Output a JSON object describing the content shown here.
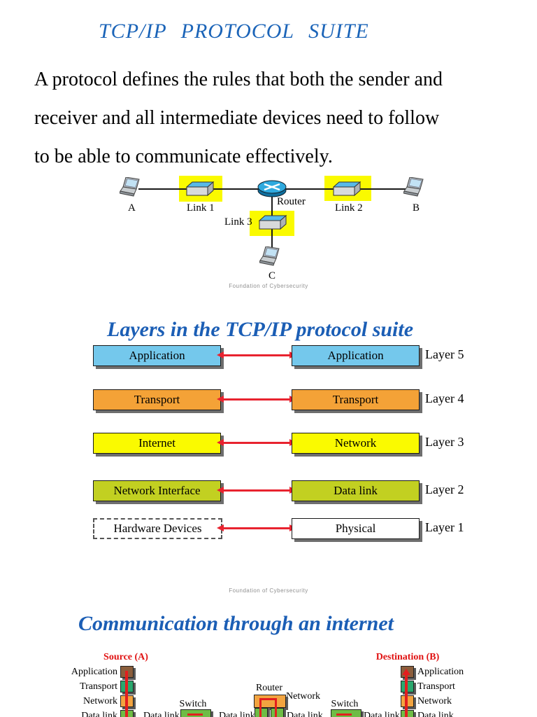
{
  "colors": {
    "title_blue": "#1b64b8",
    "heading_blue": "#1b5eb5",
    "arrow_red": "#e8232f",
    "highlight_yellow": "#fafa00",
    "caption_gray": "#8f8f8f"
  },
  "header": {
    "title": "TCP/IP PROTOCOL SUITE"
  },
  "intro": {
    "line1": "A protocol defines the rules that both the sender and",
    "line2": "receiver and all intermediate devices need to follow",
    "line3": "to be able to communicate effectively."
  },
  "network_diagram": {
    "node_a": "A",
    "node_b": "B",
    "node_c": "C",
    "router": "Router",
    "link1": "Link 1",
    "link2": "Link 2",
    "link3": "Link 3",
    "caption": "Foundation of Cybersecurity"
  },
  "layers": {
    "heading": "Layers in the TCP/IP protocol suite",
    "rows": [
      {
        "left": "Application",
        "right": "Application",
        "layer": "Layer 5",
        "color": "#74c8ec"
      },
      {
        "left": "Transport",
        "right": "Transport",
        "layer": "Layer 4",
        "color": "#f4a237"
      },
      {
        "left": "Internet",
        "right": "Network",
        "layer": "Layer 3",
        "color": "#fafa00"
      },
      {
        "left": "Network Interface",
        "right": "Data link",
        "layer": "Layer 2",
        "color": "#c2d021"
      },
      {
        "left": "Hardware Devices",
        "right": "Physical",
        "layer": "Layer 1",
        "color": "#ffffff"
      }
    ],
    "caption": "Foundation of Cybersecurity"
  },
  "communication": {
    "heading": "Communication through an internet",
    "source_label": "Source (A)",
    "destination_label": "Destination (B)",
    "stack_layers": [
      "Application",
      "Transport",
      "Network",
      "Data link"
    ],
    "switch_label": "Switch",
    "router_label": "Router",
    "router_network_label": "Network",
    "data_link_label": "Data link",
    "colors": {
      "application": "#8b5e3c",
      "transport": "#2aa86e",
      "network": "#f2a440",
      "data_link": "#6fbc45",
      "line_red": "#e31e1e"
    }
  }
}
